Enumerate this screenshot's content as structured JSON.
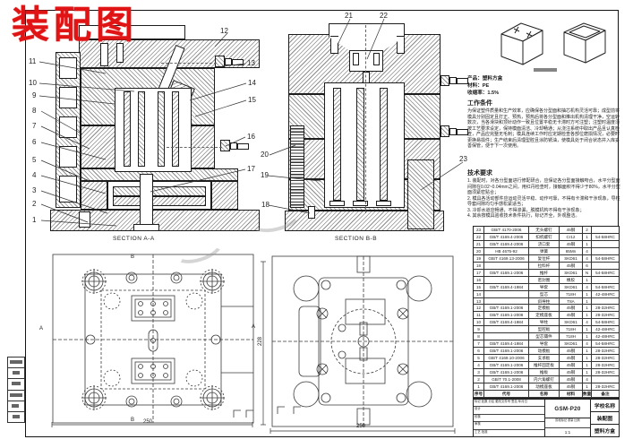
{
  "stamp": {
    "label": "装配图",
    "color": "#e01414"
  },
  "views": {
    "section_aa": {
      "label": "SECTION A-A"
    },
    "section_bb": {
      "label": "SECTION B-B"
    }
  },
  "callouts": [
    "1",
    "2",
    "3",
    "4",
    "5",
    "6",
    "7",
    "8",
    "9",
    "10",
    "11",
    "12",
    "13",
    "14",
    "15",
    "16",
    "17",
    "18",
    "19",
    "20",
    "21",
    "22",
    "23"
  ],
  "product_info": "产品：塑料方盒\n材料：PE\n收缩率：1.5%",
  "working_conditions": {
    "heading": "工作条件",
    "body": "为保证塑件质量和生产效率，应确保各分型面和抽芯机构灵活可靠；成型前将模具分别固定且打正、预热，预热后将各分型面和推出机构清理干净，空运转数次，当各滑块和顶针动作一致且位置平稳无卡滞时方可注塑；注塑时温度须按工艺要求设定，保持模面清洁、冷却畅通；从浇注系统中取出产品且认真检查，产品应完整无毛刺；模具连续工作时应定期检查各部位磨损情况，必要时更换易损件；生产结束后清理型腔且涂防锈油，使模具处于闭合状态并入库妥善保管，便于下一次使用。"
  },
  "technical_requirements": {
    "heading": "技术要求",
    "body": "1. 装配时，对各分型面进行修配研合，应保证各分型面接触吻合，水平分型面间隙在0.02~0.04mm之间，用红丹检查时，接触面积不得少于80%，水平分型面须紧密贴合；\n2. 模具各活动部件应运动灵活平稳、动作可靠，不得有卡滞和干涉现象，导柱导套间隙均匀手感松紧适当；\n3. 冷却水道应畅通，不得渗漏，脱模机构不得有干涉现象；\n4. 其余按模具验收技术条件执行，标记齐全，外观整洁。"
  },
  "dims": {
    "d250a": "250",
    "d250b": "250",
    "d228": "228",
    "a": "A",
    "b": "B"
  },
  "bom": {
    "headers": [
      "序号",
      "代号",
      "名称",
      "材料",
      "数量",
      "备注"
    ],
    "rows": [
      [
        "23",
        "GB/T 4170-2006",
        "无头螺钉",
        "45钢",
        "2",
        ""
      ],
      [
        "22",
        "GB/T 4169.4-2006",
        "扣机螺钉",
        "Cr12",
        "1",
        "54-58HRC"
      ],
      [
        "21",
        "GB/T 4169.4-2006",
        "浇口套",
        "45钢",
        "1",
        ""
      ],
      [
        "20",
        "HB 4675-92",
        "弹簧",
        "65Mn",
        "4",
        ""
      ],
      [
        "19",
        "GB/T 4169.13-2006",
        "复位杆",
        "SKD61",
        "4",
        "54-58HRC"
      ],
      [
        "18",
        "",
        "拉料杆",
        "45钢",
        "6",
        ""
      ],
      [
        "17",
        "GB/T 4169.1-2006",
        "推杆",
        "SKD61",
        "N",
        "54-58HRC"
      ],
      [
        "16",
        "",
        "密封圈",
        "橡胶",
        "1",
        ""
      ],
      [
        "15",
        "GB/T 4169.4-1984",
        "导套",
        "SKD61",
        "4",
        "54-58HRC"
      ],
      [
        "14",
        "",
        "型芯",
        "718H",
        "1",
        "42-48HRC"
      ],
      [
        "13",
        "",
        "斜导柱",
        "T8A",
        "1",
        ""
      ],
      [
        "12",
        "GB/T 4169.1-2006",
        "定模板",
        "45钢",
        "1",
        "28-32HRC"
      ],
      [
        "11",
        "GB/T 4169.1-2006",
        "定模座板",
        "45钢",
        "1",
        "28-32HRC"
      ],
      [
        "10",
        "GB/T 4169.4-1984",
        "导柱",
        "SKD61",
        "4",
        "54-58HRC"
      ],
      [
        "9",
        "",
        "型腔板",
        "718H",
        "1",
        "42-48HRC"
      ],
      [
        "8",
        "",
        "型芯镶件",
        "718H",
        "1",
        "42-48HRC"
      ],
      [
        "7",
        "GB/T 4169.4-1984",
        "导套",
        "SKD61",
        "4",
        "54-58HRC"
      ],
      [
        "6",
        "GB/T 4169.1-2006",
        "动模板",
        "45钢",
        "1",
        "28-32HRC"
      ],
      [
        "5",
        "GB/T 4169.10-2006",
        "支承板",
        "45钢",
        "1",
        "28-32HRC"
      ],
      [
        "4",
        "GB/T 4169.1-2006",
        "推杆固定板",
        "45钢",
        "1",
        "28-32HRC"
      ],
      [
        "3",
        "GB/T 4169.1-2006",
        "推板",
        "45钢",
        "1",
        "28-32HRC"
      ],
      [
        "2",
        "GB/T 70.1-2008",
        "内六角螺钉",
        "45钢",
        "4",
        ""
      ],
      [
        "1",
        "GB/T 4169.1-2006",
        "动模座板",
        "45钢",
        "1",
        "28-32HRC"
      ]
    ]
  },
  "title_block": {
    "model": "GSM-P20",
    "org": "学校名称",
    "drawing_name": "装配图",
    "part_name": "塑料方盒",
    "stage_row": "阶段标记  重量  比例",
    "scale": "1:1",
    "sig_rows": [
      "标记 处数 分区 更改文件号 签名 年月日",
      "设计",
      "校核",
      "审核",
      "工艺 批准"
    ]
  }
}
